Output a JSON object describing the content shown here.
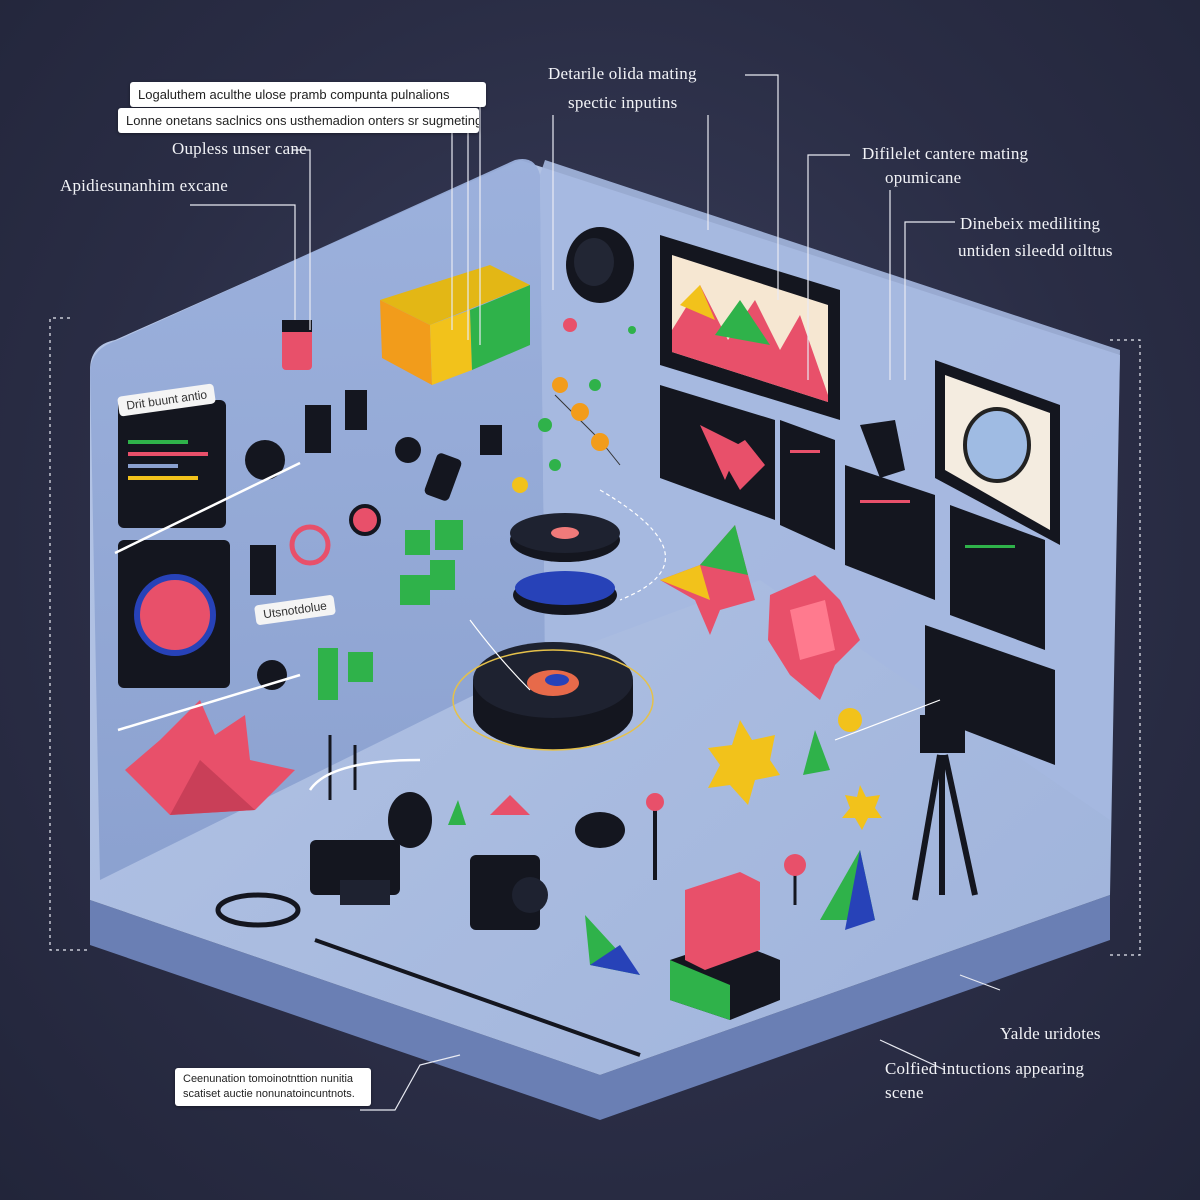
{
  "callouts": {
    "top_box_1": "Logaluthem aculthe ulose pramb compunta pulnalions",
    "top_box_2": "Lonne onetans saclnics ons usthemadion onters sr sugmeting",
    "left_1": "Oupless unser cane",
    "left_2": "Apidiesunanhim excane",
    "top_center_1": "Detarile olida mating",
    "top_center_2": "spectic inputins",
    "right_1": "Difilelet cantere mating",
    "right_1b": "opumicane",
    "right_2": "Dinebeix mediliting",
    "right_2b": "untiden sileedd oilttus",
    "bottom_right_1": "Yalde uridotes",
    "bottom_right_2": "Colfied intuctions appearing",
    "bottom_right_2b": "scene",
    "bottom_left_box": "Ceenunation tomoinotnttion nunitia scatiset auctie nonunatoincuntnots.",
    "tag_screen": "Drit buunt antio",
    "tag_mid": "Utsnotdolue"
  },
  "colors": {
    "background": "#2a2d45",
    "floor": "#a9bde0",
    "wall": "#93a9d6",
    "accent_red": "#e8506a",
    "accent_green": "#2fb24a",
    "accent_yellow": "#f2c21b",
    "accent_blue": "#2742b8",
    "dark": "#151823"
  },
  "icons": [
    "camera-icon",
    "tripod-icon",
    "star-shape-icon",
    "cube-icon",
    "sphere-icon",
    "monitor-icon",
    "turntable-icon"
  ]
}
